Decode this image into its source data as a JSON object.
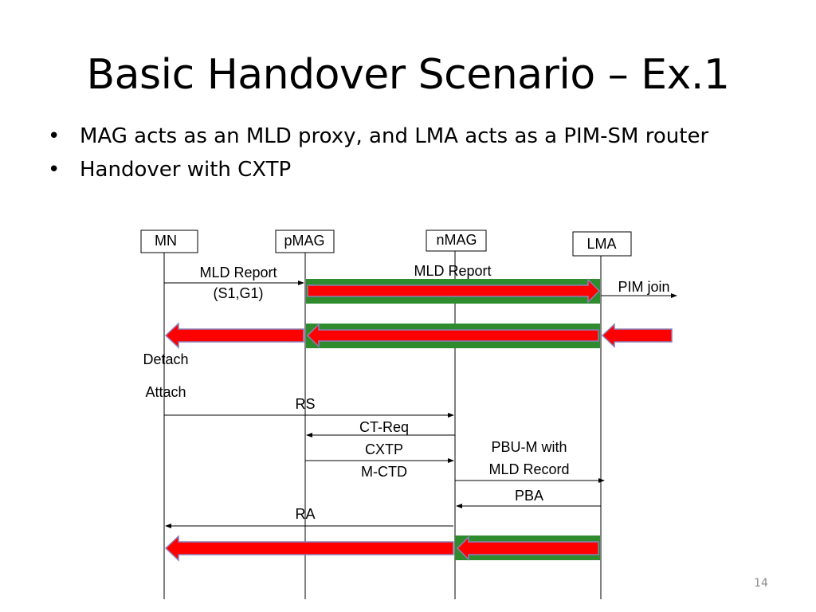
{
  "slide": {
    "title": "Basic Handover Scenario – Ex.1",
    "bullets": [
      "MAG acts as an MLD proxy, and LMA acts as a PIM-SM router",
      "Handover with CXTP"
    ],
    "page_number": "14"
  },
  "diagram": {
    "entities": {
      "mn": "MN",
      "pmag": "pMAG",
      "nmag": "nMAG",
      "lma": "LMA"
    },
    "messages": {
      "mld_report_1_line1": "MLD Report",
      "mld_report_1_line2": "(S1,G1)",
      "mld_report_2": "MLD Report",
      "pim_join": "PIM join",
      "detach": "Detach",
      "attach": "Attach",
      "rs": "RS",
      "ct_req": "CT-Req",
      "cxtp_line1": "CXTP",
      "cxtp_line2": "M-CTD",
      "pbu_line1": "PBU-M with",
      "pbu_line2": "MLD Record",
      "pba": "PBA",
      "ra": "RA"
    },
    "colors": {
      "tunnel_green": "#2e8b2e",
      "data_red": "#ff0000",
      "arrow_outline": "#8a7fb8",
      "line": "#000000"
    }
  }
}
